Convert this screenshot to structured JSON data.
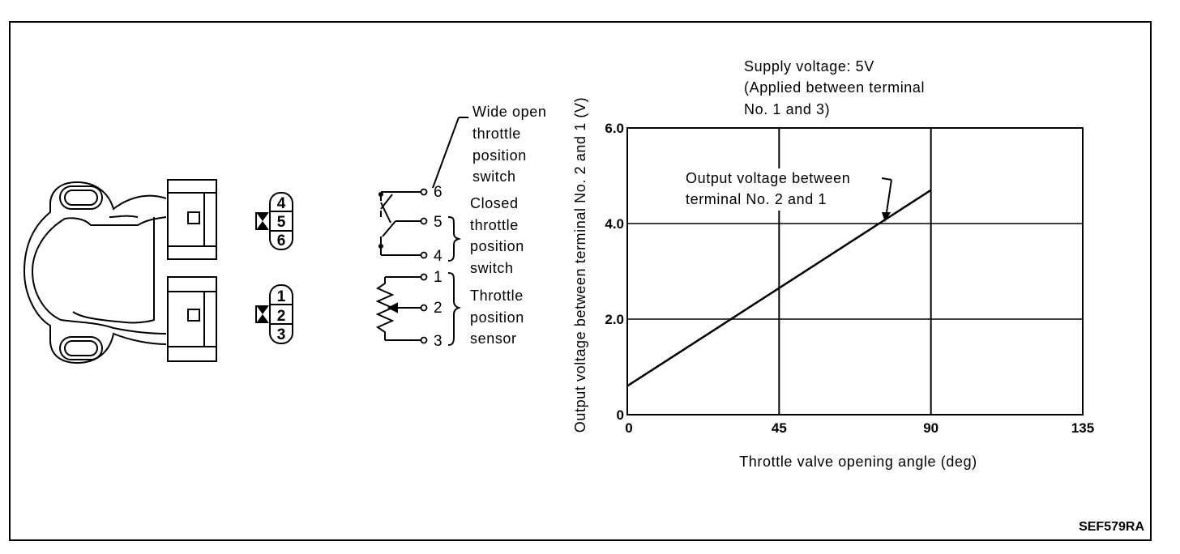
{
  "figure_code": "SEF579RA",
  "sensor_connector": {
    "upper_pins": [
      "4",
      "5",
      "6"
    ],
    "lower_pins": [
      "1",
      "2",
      "3"
    ]
  },
  "circuit": {
    "terminals": [
      "6",
      "5",
      "4",
      "1",
      "2",
      "3"
    ],
    "wide_open_label": [
      "Wide open",
      "throttle",
      "position",
      "switch"
    ],
    "closed_label": [
      "Closed",
      "throttle",
      "position",
      "switch"
    ],
    "sensor_label": [
      "Throttle",
      "position",
      "sensor"
    ]
  },
  "supply_note": [
    "Supply voltage: 5V",
    "(Applied between terminal",
    "No. 1 and 3)"
  ],
  "chart_data": {
    "type": "line",
    "title": "",
    "xlabel": "Throttle valve opening angle (deg)",
    "ylabel": "Output voltage between terminal No. 2 and 1 (V)",
    "xlim": [
      0,
      135
    ],
    "ylim": [
      0,
      6.0
    ],
    "x_ticks": [
      0,
      45,
      90,
      135
    ],
    "x_tick_labels": [
      "0",
      "45",
      "90",
      "135"
    ],
    "y_ticks": [
      0,
      2.0,
      4.0,
      6.0
    ],
    "y_tick_labels": [
      "0",
      "2.0",
      "4.0",
      "6.0"
    ],
    "grid": true,
    "series": [
      {
        "x": [
          0,
          90
        ],
        "y": [
          0.6,
          4.7
        ]
      }
    ],
    "annotation": [
      "Output voltage between",
      "terminal No. 2 and 1"
    ]
  }
}
